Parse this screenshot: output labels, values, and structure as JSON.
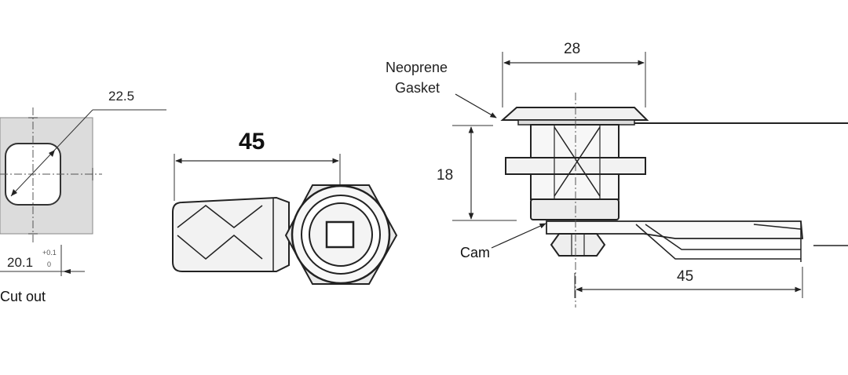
{
  "cutout": {
    "diagonal_dim": "22.5",
    "width_dim": "20.1",
    "tol_plus": "+0.1",
    "tol_minus": "0",
    "caption": "Cut out"
  },
  "top_view": {
    "length_dim": "45"
  },
  "side_view": {
    "gasket_label_line1": "Neoprene",
    "gasket_label_line2": "Gasket",
    "width_dim": "28",
    "height_dim": "18",
    "cam_label": "Cam",
    "cam_length_dim": "45"
  }
}
